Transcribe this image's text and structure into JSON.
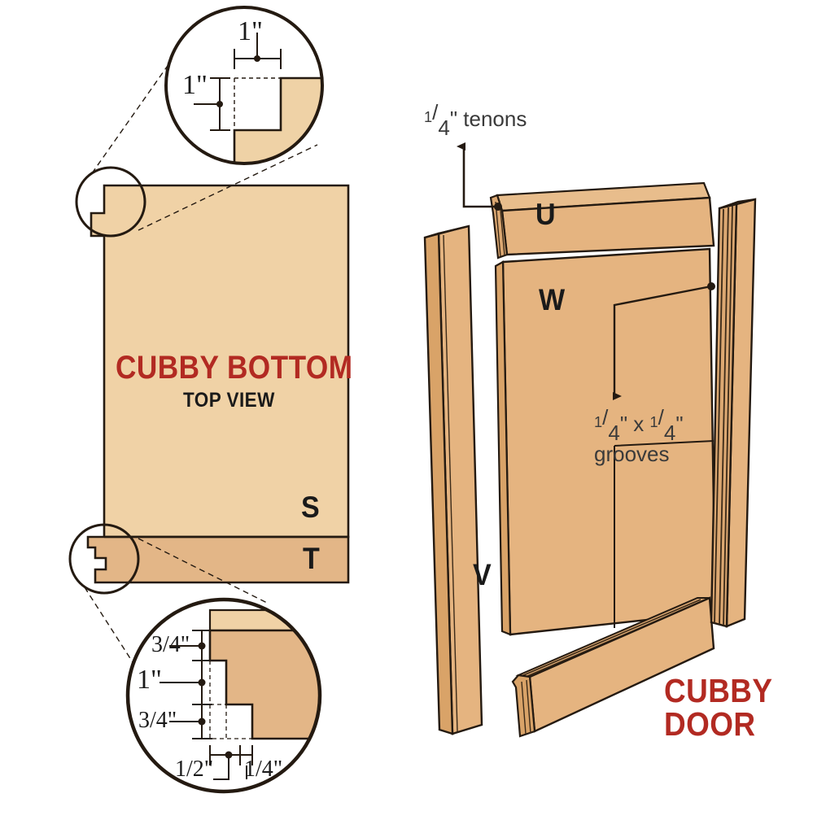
{
  "diagram": {
    "title_main": "CUBBY BOTTOM",
    "subtitle_main": "TOP VIEW",
    "title_door": "CUBBY",
    "title_door_line2": "DOOR"
  },
  "colors": {
    "panel_light": "#F0D2A6",
    "panel_strip": "#E3B687",
    "door_wood": "#E5B480",
    "door_wood_edge": "#D9A368",
    "door_wood_dark": "#C79257",
    "outline": "#241A11",
    "red": "#B22A22",
    "black": "#1A1A1A",
    "callout_gray": "#3A3A3A",
    "white": "#FFFFFF"
  },
  "part_labels": {
    "s": "S",
    "t": "T",
    "u": "U",
    "v": "V",
    "w": "W"
  },
  "callouts": {
    "tenons_fraction_num": "1",
    "tenons_fraction_den": "4",
    "tenons_text": "\" tenons",
    "grooves_line1_a_num": "1",
    "grooves_line1_a_den": "4",
    "grooves_line1_mid": "\"  x  ",
    "grooves_line1_b_num": "1",
    "grooves_line1_b_den": "4",
    "grooves_line1_end": "\"",
    "grooves_line2": "grooves"
  },
  "detail_top": {
    "dim_width": "1\"",
    "dim_height": "1\""
  },
  "detail_bottom": {
    "dim_v1_num": "3",
    "dim_v1_den": "4",
    "dim_v1_unit": "\"",
    "dim_v2": "1\"",
    "dim_v3_num": "3",
    "dim_v3_den": "4",
    "dim_v3_unit": "\"",
    "dim_h1_num": "1",
    "dim_h1_den": "2",
    "dim_h1_unit": "\"",
    "dim_h2_num": "1",
    "dim_h2_den": "4",
    "dim_h2_unit": "\""
  }
}
